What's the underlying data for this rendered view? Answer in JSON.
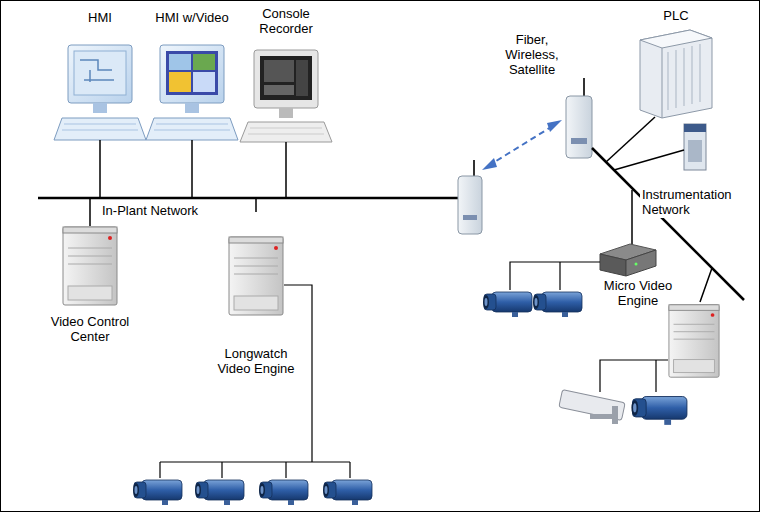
{
  "diagram": {
    "nodes": [
      {
        "text": [
          "HMI"
        ]
      },
      {
        "text": [
          "HMI w/Video"
        ]
      },
      {
        "text": [
          "Console Recorder"
        ]
      },
      {
        "text": [
          "PLC"
        ]
      },
      {
        "text": [
          "Video Control Center"
        ]
      },
      {
        "text": [
          "Longwatch Video Engine"
        ]
      },
      {
        "text": [
          "Micro Video Engine"
        ]
      }
    ],
    "labels": [
      "Fiber, Wireless, Satellite",
      "In-Plant Network",
      "Instrumentation Network"
    ]
  }
}
